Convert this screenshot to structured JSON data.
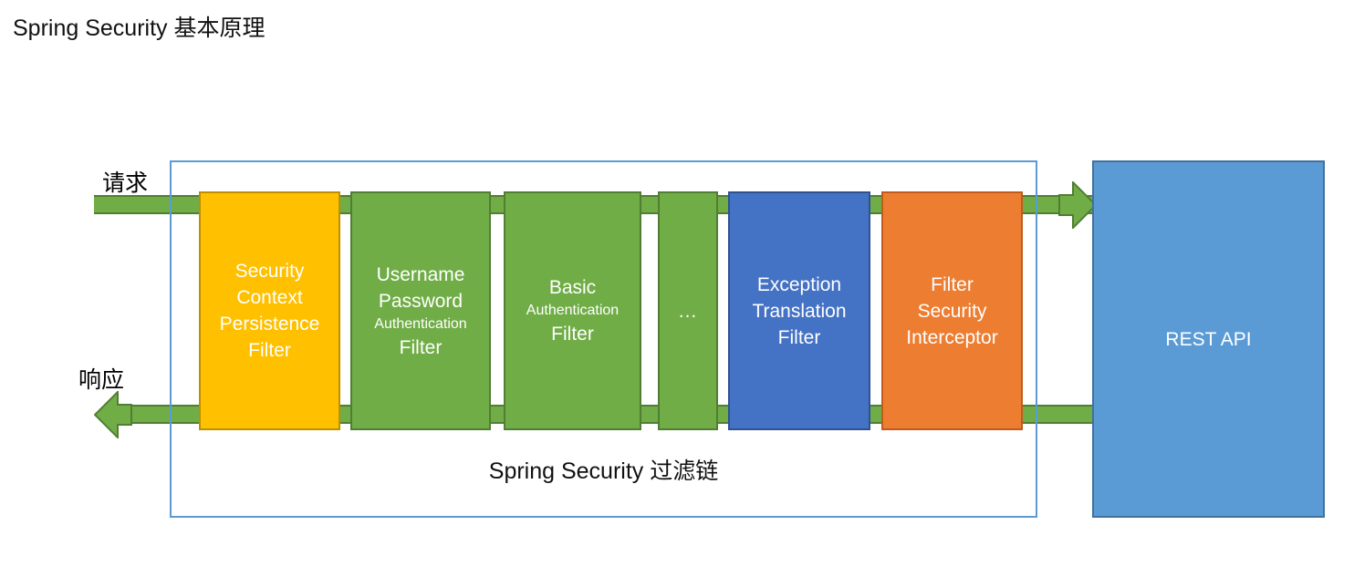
{
  "page": {
    "title": "Spring Security 基本原理"
  },
  "flow": {
    "request_label": "请求",
    "response_label": "响应",
    "request_arrow_icon": "arrow-right-icon",
    "response_arrow_icon": "arrow-left-icon"
  },
  "chain": {
    "caption": "Spring Security 过滤链",
    "border_color": "#5B9BD5",
    "filters": [
      {
        "name": "security-context-persistence-filter",
        "color": "#FFC000",
        "border": "#BF8F00",
        "lines": [
          {
            "text": "Security",
            "small": false
          },
          {
            "text": "Context",
            "small": false
          },
          {
            "text": "Persistence",
            "small": false
          },
          {
            "text": "Filter",
            "small": false
          }
        ]
      },
      {
        "name": "username-password-authentication-filter",
        "color": "#70AD47",
        "border": "#507E32",
        "lines": [
          {
            "text": "Username",
            "small": false
          },
          {
            "text": "Password",
            "small": false
          },
          {
            "text": "Authentication",
            "small": true
          },
          {
            "text": "Filter",
            "small": false
          }
        ]
      },
      {
        "name": "basic-authentication-filter",
        "color": "#70AD47",
        "border": "#507E32",
        "lines": [
          {
            "text": "Basic",
            "small": false
          },
          {
            "text": "Authentication",
            "small": true
          },
          {
            "text": "Filter",
            "small": false
          }
        ]
      },
      {
        "name": "more-filters-ellipsis",
        "color": "#70AD47",
        "border": "#507E32",
        "lines": [
          {
            "text": "...",
            "small": false
          }
        ]
      },
      {
        "name": "exception-translation-filter",
        "color": "#4472C4",
        "border": "#2F528F",
        "lines": [
          {
            "text": "Exception",
            "small": false
          },
          {
            "text": "Translation",
            "small": false
          },
          {
            "text": "Filter",
            "small": false
          }
        ]
      },
      {
        "name": "filter-security-interceptor",
        "color": "#ED7D31",
        "border": "#C15A1B",
        "lines": [
          {
            "text": "Filter",
            "small": false
          },
          {
            "text": "Security",
            "small": false
          },
          {
            "text": "Interceptor",
            "small": false
          }
        ]
      }
    ]
  },
  "backend": {
    "label": "REST API",
    "color": "#5B9BD5",
    "border": "#41719C"
  }
}
